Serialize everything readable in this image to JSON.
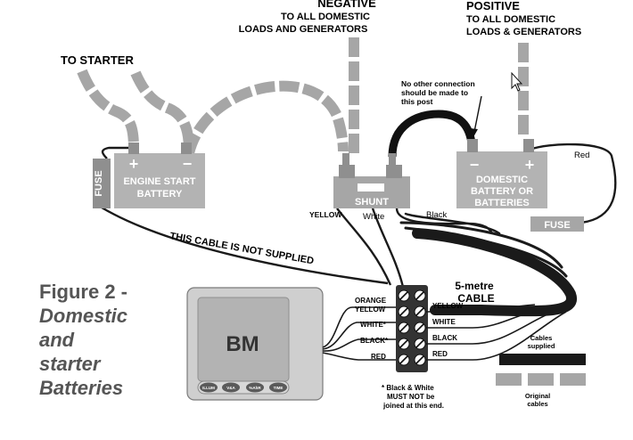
{
  "labels": {
    "negative_title": "NEGATIVE",
    "negative_sub1": "TO ALL DOMESTIC",
    "negative_sub2": "LOADS AND GENERATORS",
    "positive_title": "POSITIVE",
    "positive_sub1": "TO ALL DOMESTIC",
    "positive_sub2": "LOADS & GENERATORS",
    "to_starter": "TO STARTER",
    "no_other_1": "No other connection",
    "no_other_2": "should be made to",
    "no_other_3": "this post",
    "red": "Red",
    "black": "Black",
    "white": "White",
    "yellow": "YELLOW",
    "shunt": "SHUNT",
    "fuse": "FUSE",
    "plus": "+",
    "minus": "−",
    "engine_1": "ENGINE START",
    "engine_2": "BATTERY",
    "domestic_1": "DOMESTIC",
    "domestic_2": "BATTERY OR",
    "domestic_3": "BATTERIES",
    "not_supplied": "THIS CABLE IS NOT SUPPLIED",
    "five_metre": "5-metre",
    "cable": "CABLE",
    "cables_supplied_1": "Cables",
    "cables_supplied_2": "supplied",
    "original_1": "Original",
    "original_2": "cables",
    "note_1": "* Black & White",
    "note_2": "MUST NOT be",
    "note_3": "joined at this end.",
    "fig_1": "Figure 2 -",
    "fig_2": "Domestic",
    "fig_3": "and",
    "fig_4": "starter",
    "fig_5": "Batteries"
  },
  "terminal_left": [
    "ORANGE",
    "YELLOW",
    "WHITE*",
    "BLACK*",
    "RED"
  ],
  "terminal_right": [
    "YELLOW",
    "WHITE",
    "BLACK",
    "RED"
  ],
  "monitor": {
    "brand": "BM",
    "buttons": [
      "ILLUM",
      "V&A",
      "%AhR",
      "TIME"
    ]
  },
  "colors": {
    "gray_cable": "#a6a6a6",
    "battery": "#b3b3b3",
    "black_cable": "#1a1a1a",
    "figure_text": "#555555"
  }
}
